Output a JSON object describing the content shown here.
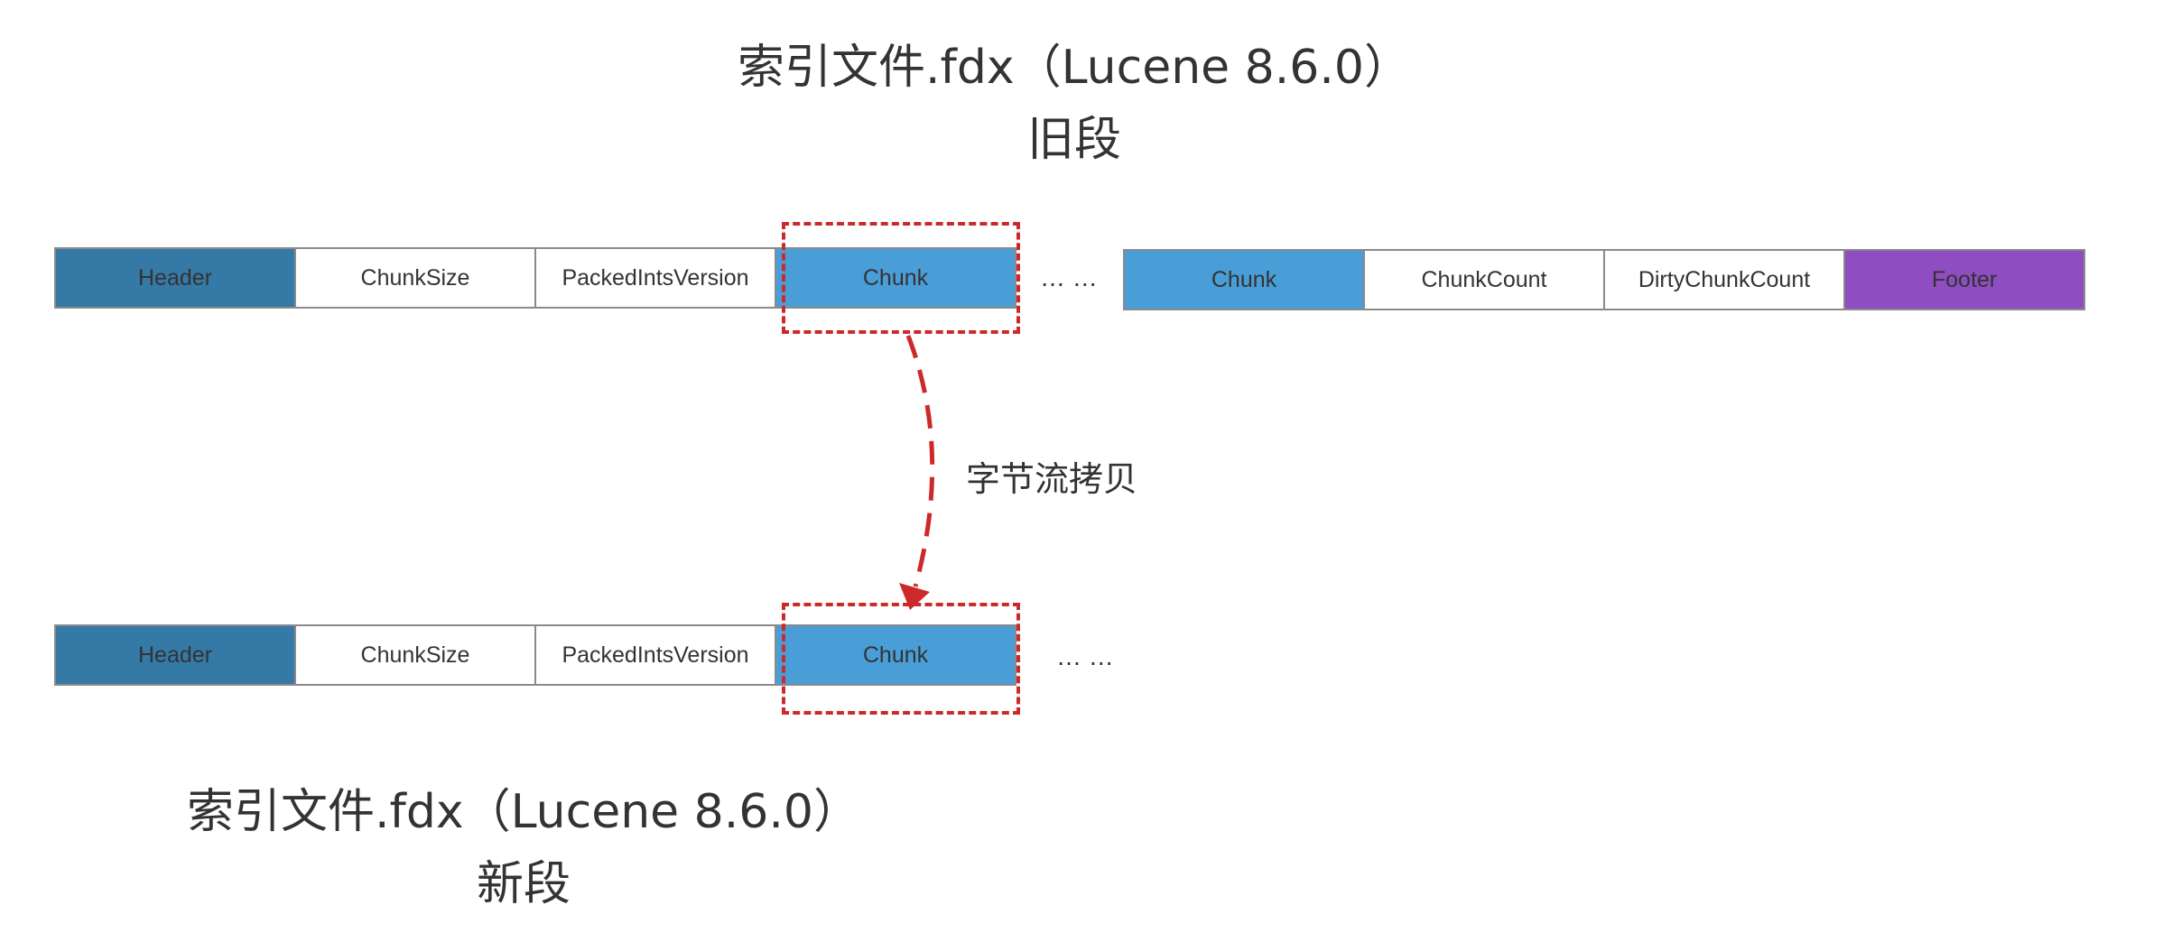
{
  "old_segment": {
    "title_line1": "索引文件.fdx（Lucene 8.6.0）",
    "title_line2": "旧段",
    "fields_first": [
      "Header",
      "ChunkSize",
      "PackedIntsVersion",
      "Chunk"
    ],
    "ellipsis": "… …",
    "fields_last": [
      "Chunk",
      "ChunkCount",
      "DirtyChunkCount",
      "Footer"
    ]
  },
  "new_segment": {
    "title_line1": "索引文件.fdx（Lucene 8.6.0）",
    "title_line2": "新段",
    "fields": [
      "Header",
      "ChunkSize",
      "PackedIntsVersion",
      "Chunk"
    ],
    "ellipsis": "… …"
  },
  "copy_arrow": {
    "label": "字节流拷贝"
  },
  "colors": {
    "header": "#3579a6",
    "chunk": "#4a9ed8",
    "footer": "#8e4dc0",
    "highlight": "#cc2a2a",
    "border": "#8a8a8a"
  }
}
